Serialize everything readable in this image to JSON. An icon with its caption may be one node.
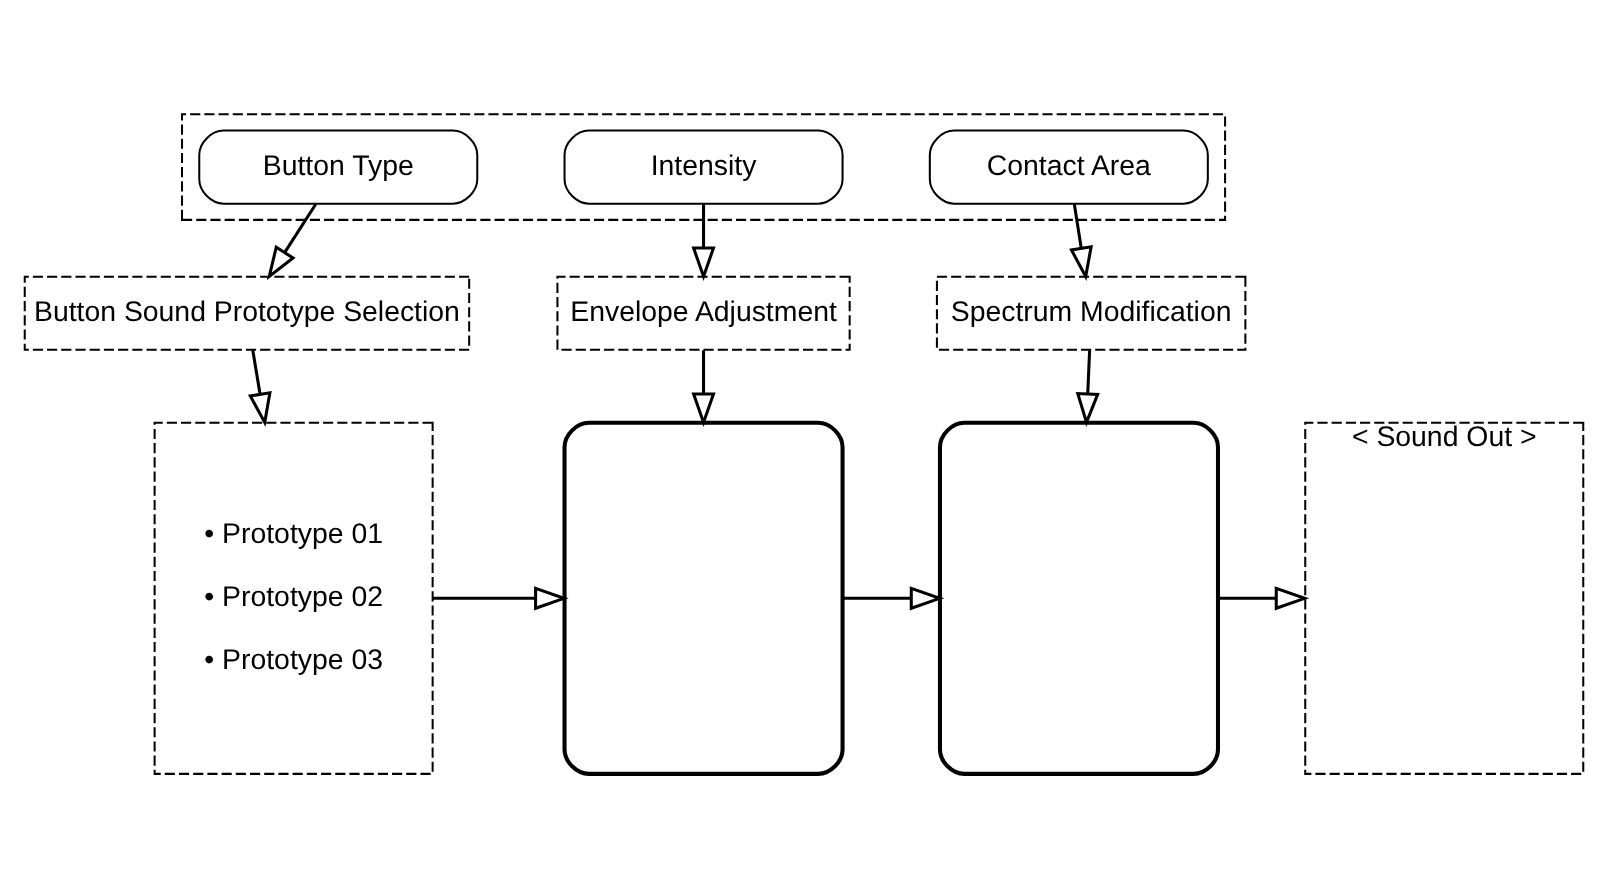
{
  "diagram": {
    "nodes": [
      {
        "text": [],
        "shape": "box"
      },
      {
        "text": [
          "Button Type"
        ],
        "in": 0
      },
      {
        "text": [
          "Intensity"
        ],
        "in": 0
      },
      {
        "text": [
          "Contact Area"
        ],
        "in": 0
      },
      {
        "text": [
          "Button Sound Prototype Selection"
        ]
      },
      {
        "text": [
          "Envelope Adjustment"
        ]
      },
      {
        "text": [
          "Spectrum Modification"
        ]
      },
      {
        "text": [
          "• Prototype 01",
          "• Prototype 02",
          "• Prototype 03"
        ]
      },
      {
        "text": [],
        "shape": "box"
      },
      {
        "text": [],
        "shape": "box"
      },
      {
        "text": [
          "< Sound Out >"
        ]
      }
    ],
    "edges": [
      {
        "from": 1,
        "to": 4,
        "arrow": "to"
      },
      {
        "from": 2,
        "to": 5,
        "arrow": "to"
      },
      {
        "from": 3,
        "to": 6,
        "arrow": "to"
      },
      {
        "from": 4,
        "to": 7,
        "arrow": "to"
      },
      {
        "from": 5,
        "to": 8,
        "arrow": "to"
      },
      {
        "from": 6,
        "to": 9,
        "arrow": "to"
      },
      {
        "from": 7,
        "to": 8,
        "arrow": "to"
      },
      {
        "from": 8,
        "to": 9,
        "arrow": "to"
      },
      {
        "from": 9,
        "to": 10,
        "arrow": "to"
      }
    ]
  }
}
